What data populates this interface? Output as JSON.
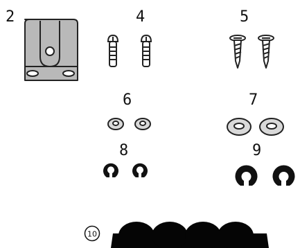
{
  "parts": [
    {
      "id": "part-2",
      "label": "2",
      "name": "mounting-bracket"
    },
    {
      "id": "part-4",
      "label": "4",
      "name": "machine-screws"
    },
    {
      "id": "part-5",
      "label": "5",
      "name": "wood-screws"
    },
    {
      "id": "part-6",
      "label": "6",
      "name": "small-flat-washers"
    },
    {
      "id": "part-7",
      "label": "7",
      "name": "large-flat-washers"
    },
    {
      "id": "part-8",
      "label": "8",
      "name": "small-lock-washers"
    },
    {
      "id": "part-9",
      "label": "9",
      "name": "large-lock-washers"
    },
    {
      "id": "part-10",
      "label": "10",
      "name": "rubber-feet-strip"
    }
  ],
  "colors": {
    "bracket": "#b9b9b9",
    "outline": "#222222",
    "washer_fill": "#d9d9d9",
    "foot": "#050505",
    "background": "#ffffff"
  }
}
